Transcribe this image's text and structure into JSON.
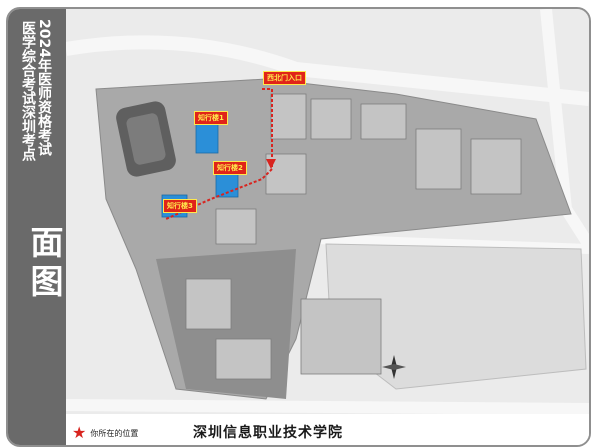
{
  "side": {
    "title_line1": "2024年医师资格考试",
    "title_line2": "医学综合考试深圳考点",
    "main_title": "试室指引平面图"
  },
  "map": {
    "entrance_label": "西北门入口",
    "exam_buildings": [
      "知行楼1",
      "知行楼2",
      "知行楼3"
    ],
    "campus_name": "深圳信息职业技术学院",
    "legend_label": "你所在的位置",
    "colors": {
      "highlight": "#2b8fd8",
      "route": "#d8241f",
      "tag_bg": "#e02419",
      "tag_text": "#ffe94d",
      "sidebar": "#6a6a6a"
    }
  }
}
